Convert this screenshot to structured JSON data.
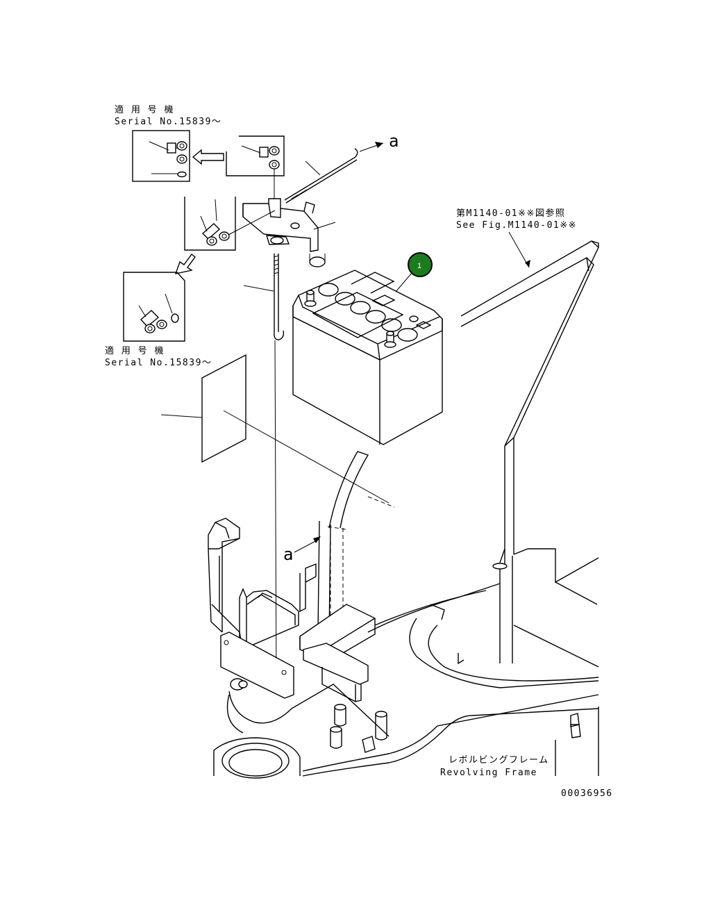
{
  "labels": {
    "serial_top_jp": "適 用 号 機",
    "serial_top_en": "Serial No.15839～",
    "serial_mid_jp": "適 用 号 機",
    "serial_mid_en": "Serial No.15839～",
    "see_fig_jp": "第M1140-01※※図参照",
    "see_fig_en": "See Fig.M1140-01※※",
    "frame_jp": "レボルビングフレーム",
    "frame_en": "Revolving Frame",
    "arrow_a_top": "a",
    "arrow_a_bottom": "a",
    "drawing_number": "00036956"
  },
  "callout": {
    "number": "1",
    "color": "#1e7a1e"
  }
}
